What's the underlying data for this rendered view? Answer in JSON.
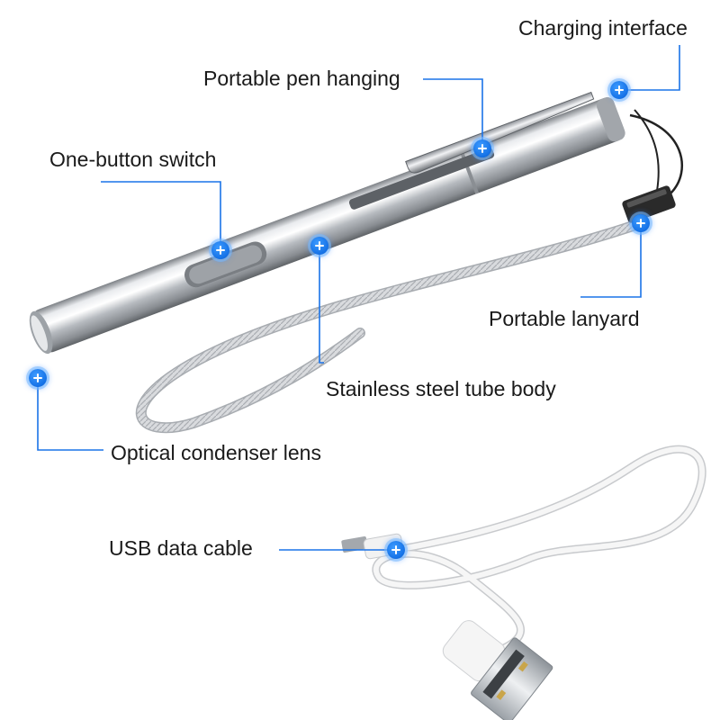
{
  "diagram": {
    "labels": {
      "charging_interface": "Charging interface",
      "pen_hanging": "Portable pen hanging",
      "one_button_switch": "One-button switch",
      "portable_lanyard": "Portable lanyard",
      "stainless_body": "Stainless steel tube body",
      "optical_lens": "Optical condenser lens",
      "usb_cable": "USB data cable"
    },
    "colors": {
      "leader_line": "#1a73e8",
      "hotspot": "#1471e6",
      "text": "#1a1a1a",
      "steel": "#c9ccd0",
      "cable": "#f4f4f4"
    },
    "icons": {
      "hotspot": "plus-icon"
    }
  }
}
